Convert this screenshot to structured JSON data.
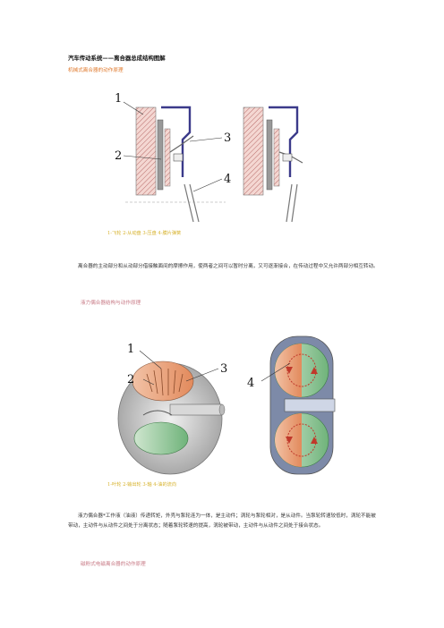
{
  "document": {
    "title": "汽车传动系统——离合器总成结构图解",
    "colors": {
      "heading": "#e07a2e",
      "subheading": "#c87a86",
      "caption": "#d6b12a",
      "body": "#333333"
    },
    "sections": [
      {
        "heading": "机械式离合器的动作原理",
        "figure": {
          "labels": [
            "1",
            "2",
            "3",
            "4"
          ],
          "caption": "1-飞轮  2-从动盘  3-压盘  4-膜片弹簧"
        },
        "paragraph": "离合器的主动部分和从动部分借接触面间的摩擦作用，使两者之间可以暂时分离，又可逐渐接合，在传动过程中又允许两部分相互转动。"
      },
      {
        "heading": "液力偶合器结构与动作原理",
        "figure": {
          "labels": [
            "1",
            "2",
            "3",
            "4"
          ],
          "caption": "1-叶轮  2-输出轮  3-轴  4-油的流向"
        },
        "paragraph": "液力偶合器*工作液（油液）传递转矩，外壳与泵轮连为一体，是主动件；涡轮与泵轮相对，是从动件。当泵轮转速较低时，涡轮不能被带动，主动件与从动件之间处于分离状态；随着泵轮转速的提高，涡轮被带动，主动件与从动件之间处于接合状态。"
      },
      {
        "heading": "磁粉式电磁离合器的动作原理"
      }
    ]
  }
}
